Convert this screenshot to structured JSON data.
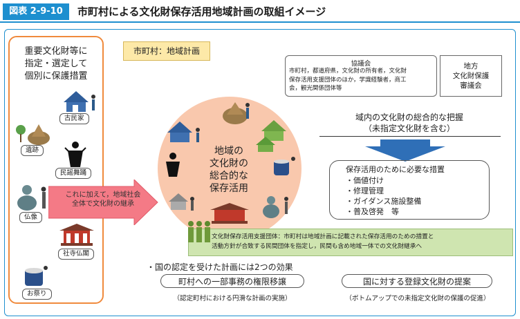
{
  "header": {
    "figure_tag": "図表 2-9-10",
    "title": "市町村による文化財保存活用地域計画の取組イメージ"
  },
  "left_panel": {
    "title": [
      "重要文化財等に",
      "指定・選定して",
      "個別に保護措置"
    ],
    "items": [
      {
        "label": "古民家",
        "icon": "old-house-icon"
      },
      {
        "label": "遺跡",
        "icon": "ruins-icon"
      },
      {
        "label": "民謡舞踊",
        "icon": "folk-dance-icon"
      },
      {
        "label": "仏像",
        "icon": "buddha-statue-icon"
      },
      {
        "label": "社寺仏閣",
        "icon": "temple-icon"
      },
      {
        "label": "お祭り",
        "icon": "festival-icon"
      }
    ]
  },
  "municipality_label": "市町村：地域計画",
  "council": {
    "title": "協議会",
    "body": [
      "市町村，都道府県，文化財の所有者，文化財",
      "保存活用支援団体のほか，学識経験者，商工",
      "会，観光関係団体等"
    ]
  },
  "review_board": [
    "地方",
    "文化財保護",
    "審議会"
  ],
  "circle_text": [
    "地域の",
    "文化財の",
    "総合的な",
    "保存活用"
  ],
  "grasp": [
    "域内の文化財の総合的な把握",
    "（未指定文化財を含む）"
  ],
  "measures": {
    "title": "保存活用のために必要な措置",
    "items": [
      "・価値付け",
      "・修理管理",
      "・ガイダンス施設整備",
      "・普及啓発　等"
    ]
  },
  "arrow_text": [
    "これに加えて，地域社会",
    "全体で文化財の継承"
  ],
  "support_group": [
    "文化財保存活用支援団体：市町村は地域計画に記載された保存活用のための措置と",
    "活動方針が合致する民間団体を指定し，民間も含め地域一体での文化財継承へ"
  ],
  "effects": {
    "intro": "・国の認定を受けた計画には2つの効果",
    "left": {
      "label": "町村への一部事務の権限移譲",
      "sub": "（認定町村における円滑な計画の実施）"
    },
    "right": {
      "label": "国に対する登録文化財の提案",
      "sub": "（ボトムアップでの未指定文化財の保護の促進）"
    }
  },
  "colors": {
    "accent": "#1d8fcf",
    "orange": "#f08a3c",
    "circle": "#f9c8ad",
    "green": "#cfe5b0",
    "arrow": "#f47a86",
    "muni": "#fde9a8"
  }
}
